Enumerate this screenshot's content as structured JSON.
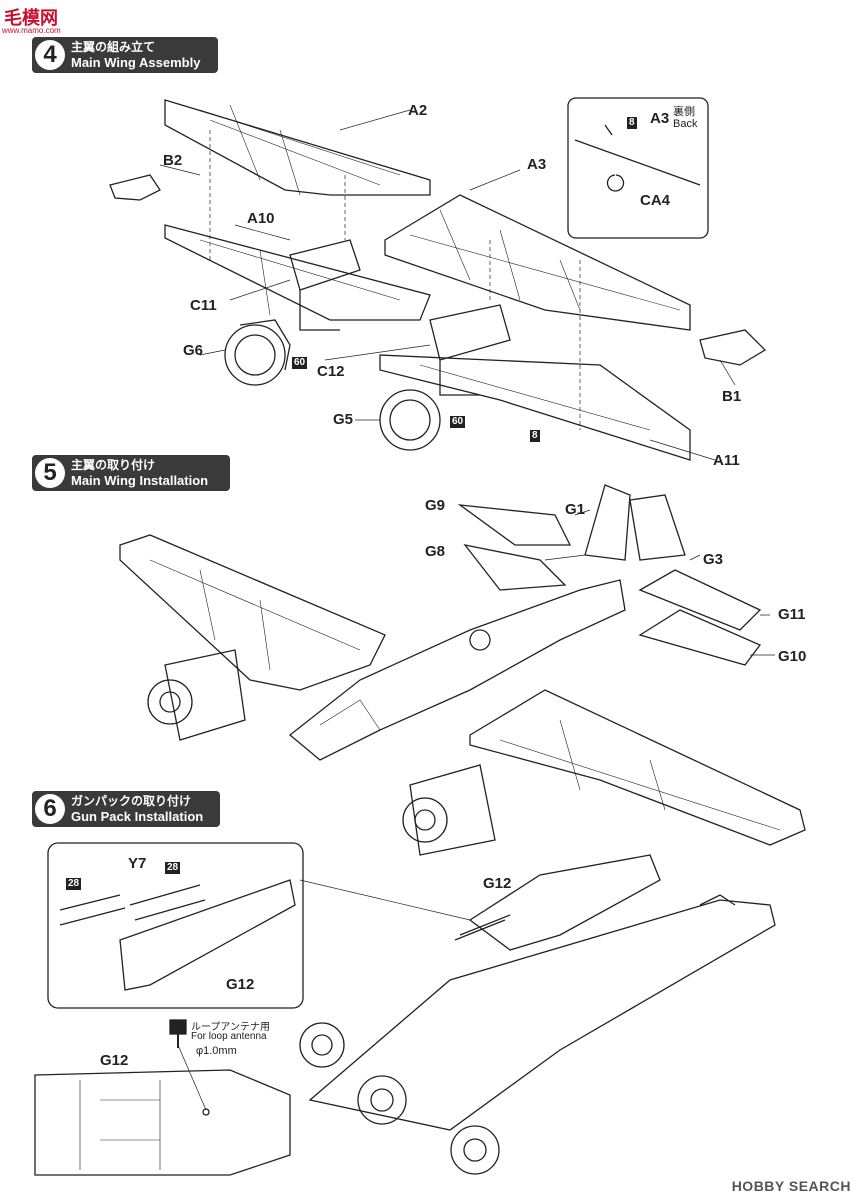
{
  "watermark": {
    "logo": "毛模网",
    "site": "www.mamo.com"
  },
  "steps": [
    {
      "num": "4",
      "jp": "主翼の組み立て",
      "en": "Main Wing Assembly"
    },
    {
      "num": "5",
      "jp": "主翼の取り付け",
      "en": "Main Wing Installation"
    },
    {
      "num": "6",
      "jp": "ガンパックの取り付け",
      "en": "Gun Pack Installation"
    }
  ],
  "labels": {
    "A2": "A2",
    "B2": "B2",
    "A10": "A10",
    "C11": "C11",
    "G6": "G6",
    "C12": "C12",
    "G5": "G5",
    "A3": "A3",
    "B1": "B1",
    "A11": "A11",
    "CA4": "CA4",
    "A3_back_jp": "裏側",
    "A3_back_en": "Back",
    "G9": "G9",
    "G8": "G8",
    "G1": "G1",
    "G3": "G3",
    "G11": "G11",
    "G10": "G10",
    "Y7": "Y7",
    "G12a": "G12",
    "G12b": "G12",
    "G12c": "G12"
  },
  "tags": {
    "t8a": "8",
    "t8b": "8",
    "t60a": "60",
    "t60b": "60",
    "t28a": "28",
    "t28b": "28"
  },
  "antenna": {
    "jp": "ループアンテナ用",
    "en": "For loop antenna",
    "size": "φ1.0mm"
  },
  "footer": {
    "brand": "HOBBY SEARCH"
  }
}
